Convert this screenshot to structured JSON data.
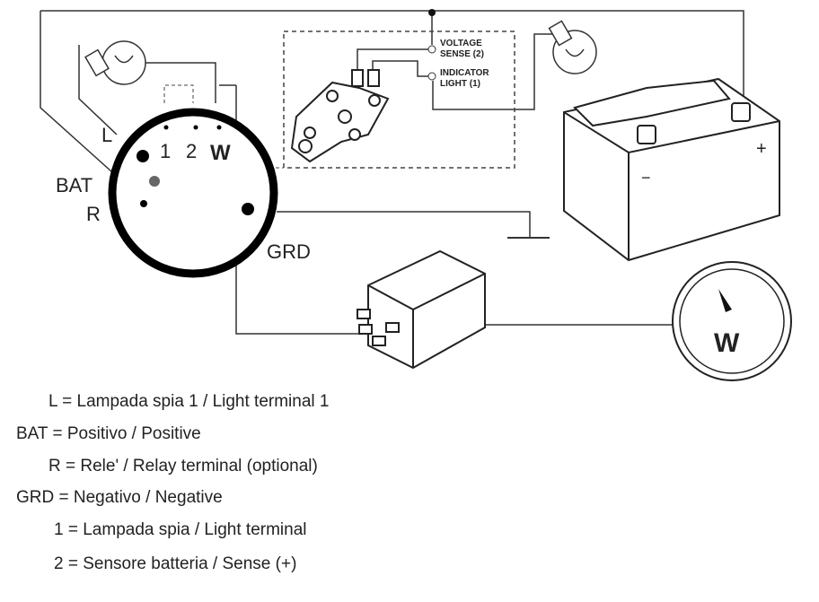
{
  "labels": {
    "L": "L",
    "bat": "BAT",
    "r": "R",
    "grd": "GRD",
    "pin1": "1",
    "pin2": "2",
    "pinW": "W",
    "voltage_sense_1": "VOLTAGE",
    "voltage_sense_2": "SENSE (2)",
    "indicator_1": "INDICATOR",
    "indicator_2": "LIGHT (1)",
    "battery_minus": "−",
    "battery_plus": "+",
    "gauge": "W"
  },
  "legend": [
    {
      "key": "L",
      "text": "= Lampada spia 1 / Light terminal 1"
    },
    {
      "key": "BAT",
      "text": "= Positivo / Positive"
    },
    {
      "key": "R",
      "text": "= Rele' / Relay terminal  (optional)"
    },
    {
      "key": "GRD",
      "text": "= Negativo / Negative"
    },
    {
      "key": "1",
      "text": "= Lampada spia / Light terminal"
    },
    {
      "key": "2",
      "text": "= Sensore batteria / Sense (+)"
    }
  ]
}
